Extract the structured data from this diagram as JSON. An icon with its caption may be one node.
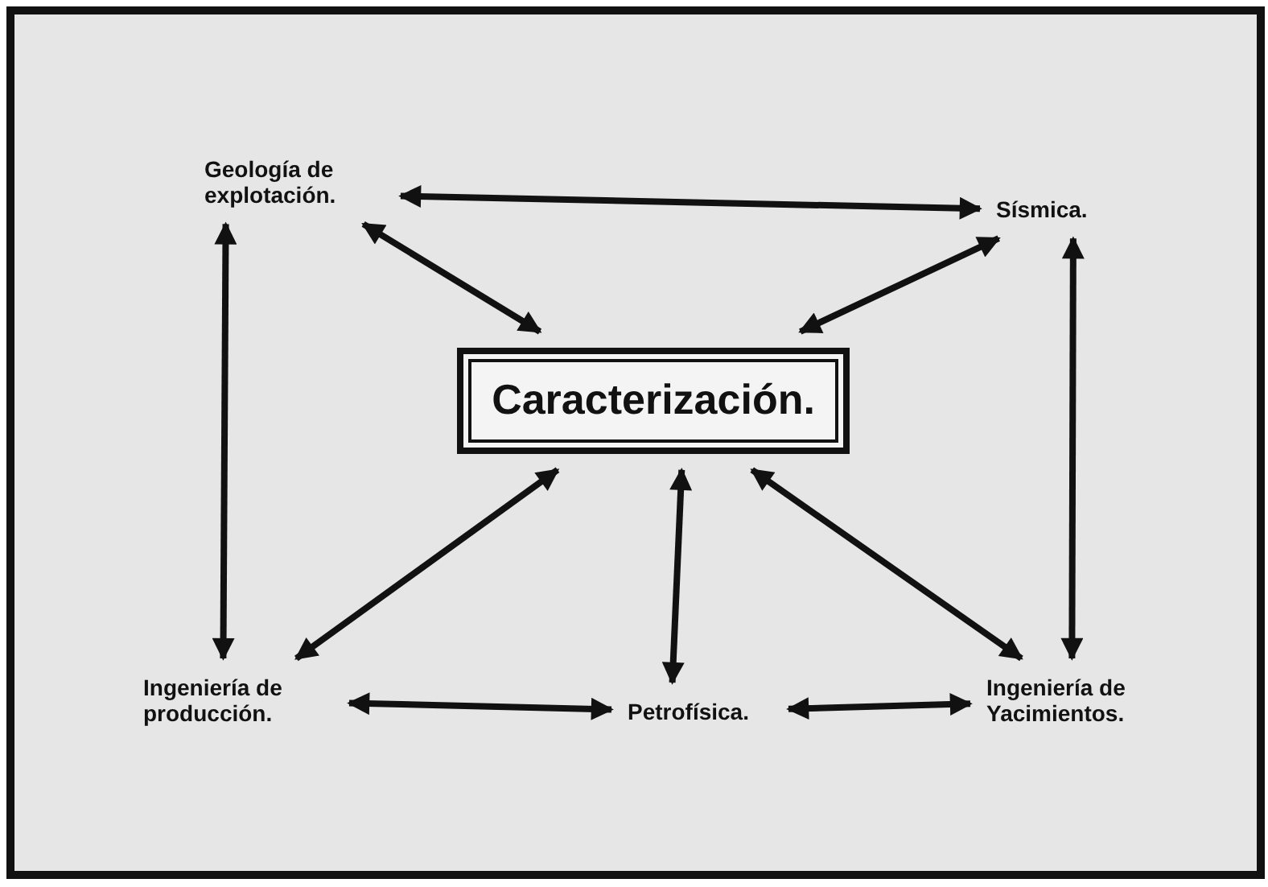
{
  "diagram": {
    "nodes": [
      {
        "text": [
          "Geología de explotación."
        ]
      },
      {
        "text": [
          "Sísmica."
        ]
      },
      {
        "text": [
          "Caracterización."
        ]
      },
      {
        "text": [
          "Ingeniería de producción."
        ]
      },
      {
        "text": [
          "Petrofísica."
        ]
      },
      {
        "text": [
          "Ingeniería de Yacimientos."
        ]
      }
    ],
    "edges": [
      {
        "from": 0,
        "to": 1,
        "arrow": "both"
      },
      {
        "from": 0,
        "to": 2,
        "arrow": "both"
      },
      {
        "from": 1,
        "to": 2,
        "arrow": "both"
      },
      {
        "from": 0,
        "to": 3,
        "arrow": "both"
      },
      {
        "from": 1,
        "to": 5,
        "arrow": "both"
      },
      {
        "from": 3,
        "to": 2,
        "arrow": "both"
      },
      {
        "from": 2,
        "to": 4,
        "arrow": "both"
      },
      {
        "from": 2,
        "to": 5,
        "arrow": "both"
      },
      {
        "from": 3,
        "to": 4,
        "arrow": "both"
      },
      {
        "from": 4,
        "to": 5,
        "arrow": "both"
      }
    ]
  }
}
